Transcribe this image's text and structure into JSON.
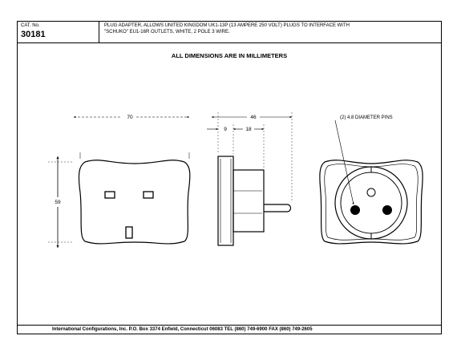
{
  "header": {
    "cat_label": "CAT. No.",
    "cat_number": "30181",
    "description_line1": "PLUG ADAPTER, ALLOWS UNITED KINGDOM UK1-13P (13 AMPERE 250 VOLT) PLUGS TO INTERFACE WITH",
    "description_line2": "\"SCHUKO\" EU1-16R OUTLETS, WHITE, 2 POLE 3 WIRE."
  },
  "title": "ALL DIMENSIONS ARE IN MILLIMETERS",
  "dimensions": {
    "front_width": "70",
    "front_height": "59",
    "side_total": "46",
    "side_body": "9",
    "side_pin": "18"
  },
  "callout": "(2) 4.8 DIAMETER PINS",
  "footer": "International Configurations, Inc.  P.O. Box 3374  Enfield, Connecticut 06083 TEL (860) 749-6900  FAX (860) 749-2605"
}
